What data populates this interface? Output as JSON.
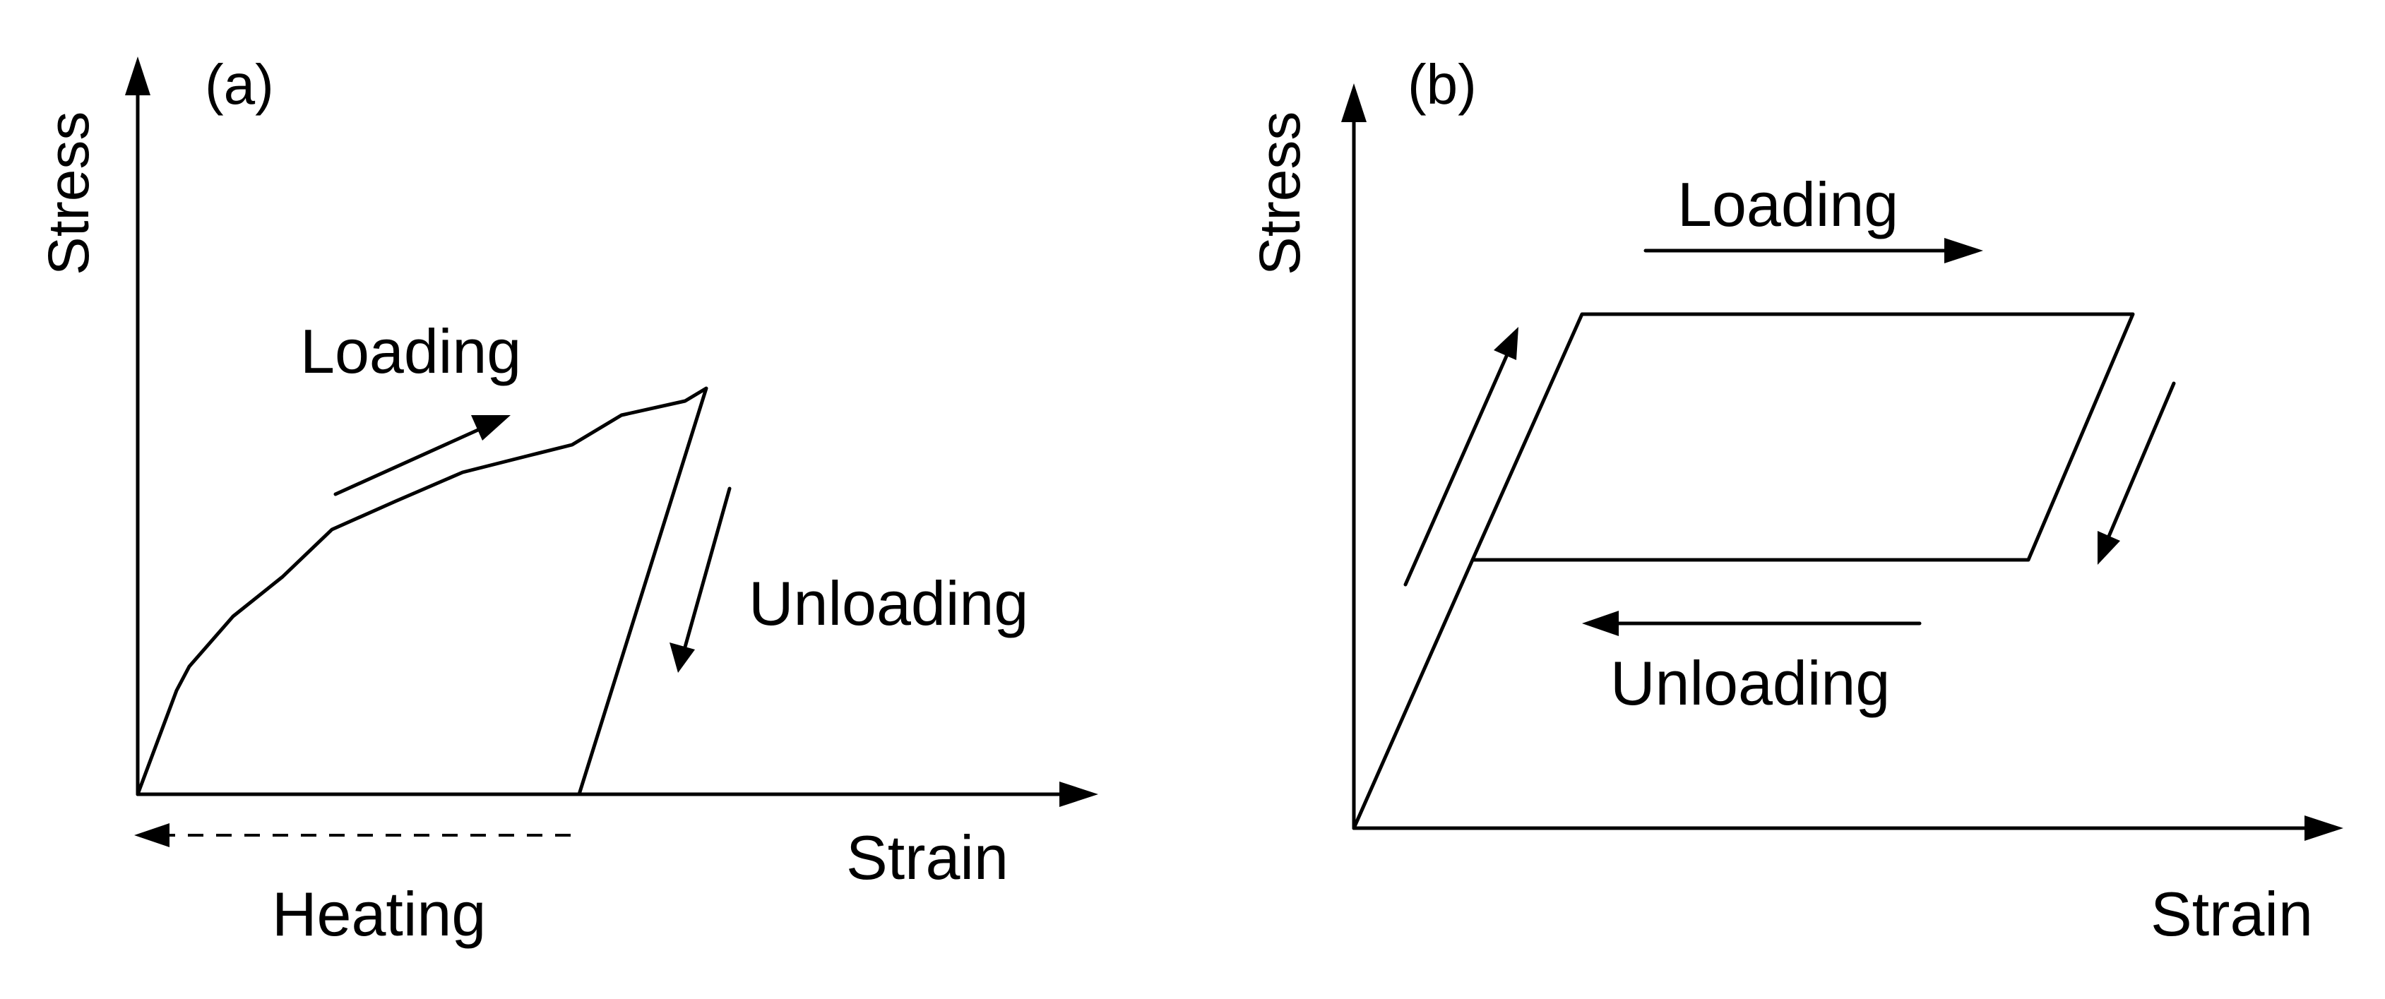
{
  "panels": [
    {
      "id": "a",
      "tag": "(a)",
      "y_axis_label": "Stress",
      "x_axis_label": "Strain",
      "loading_label": "Loading",
      "unloading_label": "Unloading",
      "heating_label": "Heating"
    },
    {
      "id": "b",
      "tag": "(b)",
      "y_axis_label": "Stress",
      "x_axis_label": "Strain",
      "loading_label": "Loading",
      "unloading_label": "Unloading"
    }
  ]
}
